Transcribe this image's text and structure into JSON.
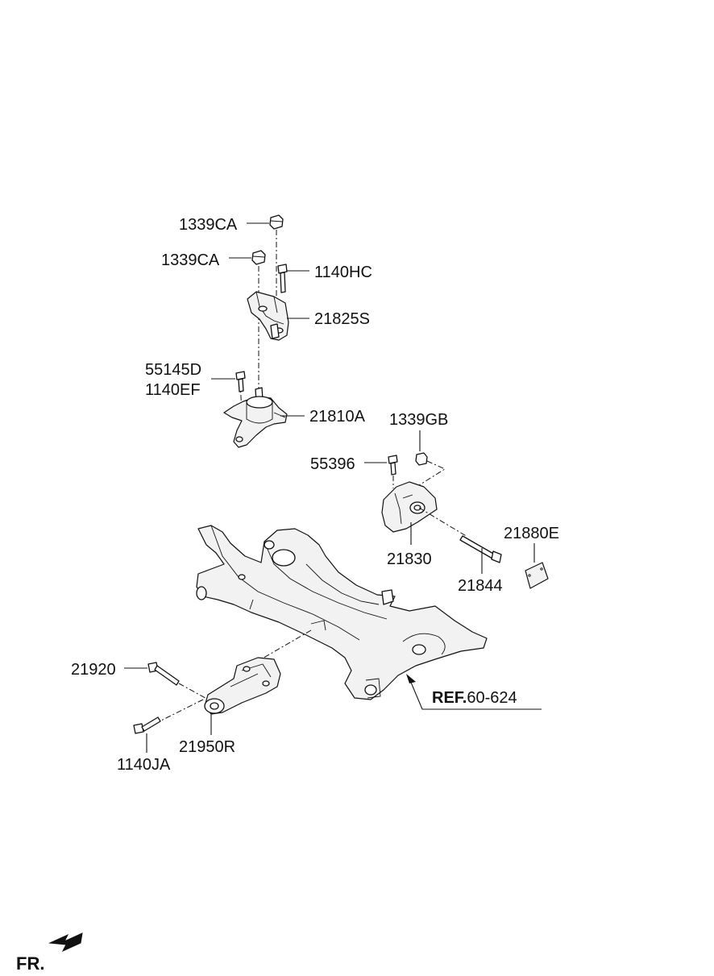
{
  "labels": {
    "p1339ca_top": "1339CA",
    "p1339ca_mid": "1339CA",
    "p1140hc": "1140HC",
    "p21825s": "21825S",
    "p55145d": "55145D",
    "p1140ef": "1140EF",
    "p21810a": "21810A",
    "p1339gb": "1339GB",
    "p55396": "55396",
    "p21830": "21830",
    "p21880e": "21880E",
    "p21844": "21844",
    "p21920": "21920",
    "p21950r": "21950R",
    "p1140ja": "1140JA"
  },
  "reference": {
    "prefix": "REF.",
    "number": "60-624"
  },
  "direction": {
    "label": "FR."
  },
  "colors": {
    "line": "#111111",
    "background": "#ffffff"
  }
}
